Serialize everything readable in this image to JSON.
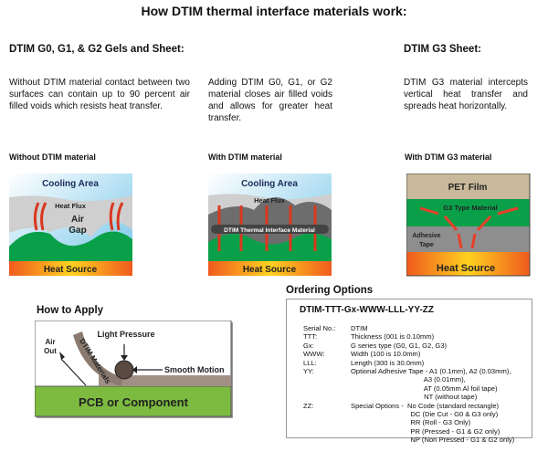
{
  "title": "How DTIM thermal interface materials work:",
  "sections": [
    {
      "heading": "DTIM G0, G1, & G2 Gels and Sheet:"
    },
    {
      "heading": "DTIM G3 Sheet:"
    }
  ],
  "paragraphs": [
    "Without DTIM material contact between two surfaces can contain up to 90 percent air filled voids which resists heat transfer.",
    "Adding DTIM G0, G1, or G2 material closes air filled voids and allows for greater heat transfer.",
    "DTIM G3 material intercepts vertical heat transfer and spreads heat horizontally."
  ],
  "diagrams": [
    {
      "label": "Without DTIM material",
      "cooling": "Cooling Area",
      "flux": "Heat Flux",
      "gap1": "Air",
      "gap2": "Gap",
      "source": "Heat Source"
    },
    {
      "label": "With DTIM material",
      "cooling": "Cooling Area",
      "flux": "Heat Flux",
      "tim": "DTIM Thermal Interface Material",
      "source": "Heat Source"
    },
    {
      "label": "With DTIM G3 material",
      "pet": "PET Film",
      "g3": "G3 Type Material",
      "tape1": "Adhesive",
      "tape2": "Tape",
      "source": "Heat Source"
    }
  ],
  "apply": {
    "heading": "How to Apply",
    "pressure": "Light Pressure",
    "air1": "Air",
    "air2": "Out",
    "materials": "DTIM Materials",
    "motion": "Smooth Motion",
    "pcb": "PCB or Component"
  },
  "ordering": {
    "heading": "Ordering Options",
    "code": "DTIM-TTT-Gx-WWW-LLL-YY-ZZ",
    "rows": [
      {
        "key": "Serial No.:",
        "value": "DTIM"
      },
      {
        "key": "TTT:",
        "value": "Thickness (001 is 0.10mm)"
      },
      {
        "key": "Gx:",
        "value": "G series type (G0, G1, G2, G3)"
      },
      {
        "key": "WWW:",
        "value": "Width (100 is 10.0mm)"
      },
      {
        "key": "LLL:",
        "value": "Length (300 is 30.0mm)"
      },
      {
        "key": "YY:",
        "value": "Optional Adhesive Tape - A1 (0.1mm), A2 (0.03mm),\n                                      A3 (0.01mm),\n                                      AT (0.05mm Al foil tape)\n                                      NT (without tape)"
      },
      {
        "key": "ZZ:",
        "value": "Special Options -  No Code (standard rectangle)\n                               DC (Die Cut - G0 & G3 only)\n                               RR (Roll - G3 Only)\n                               PR (Pressed - G1 & G2 only)\n                               NP (Non Pressed - G1 & G2 only)"
      }
    ]
  },
  "colors": {
    "green": "#0aa04a",
    "heat": "#f5a623",
    "pet": "#c8b99a",
    "tape": "#8e8e8e",
    "pcb": "#7cbb3f",
    "roller": "#5a4a42"
  }
}
